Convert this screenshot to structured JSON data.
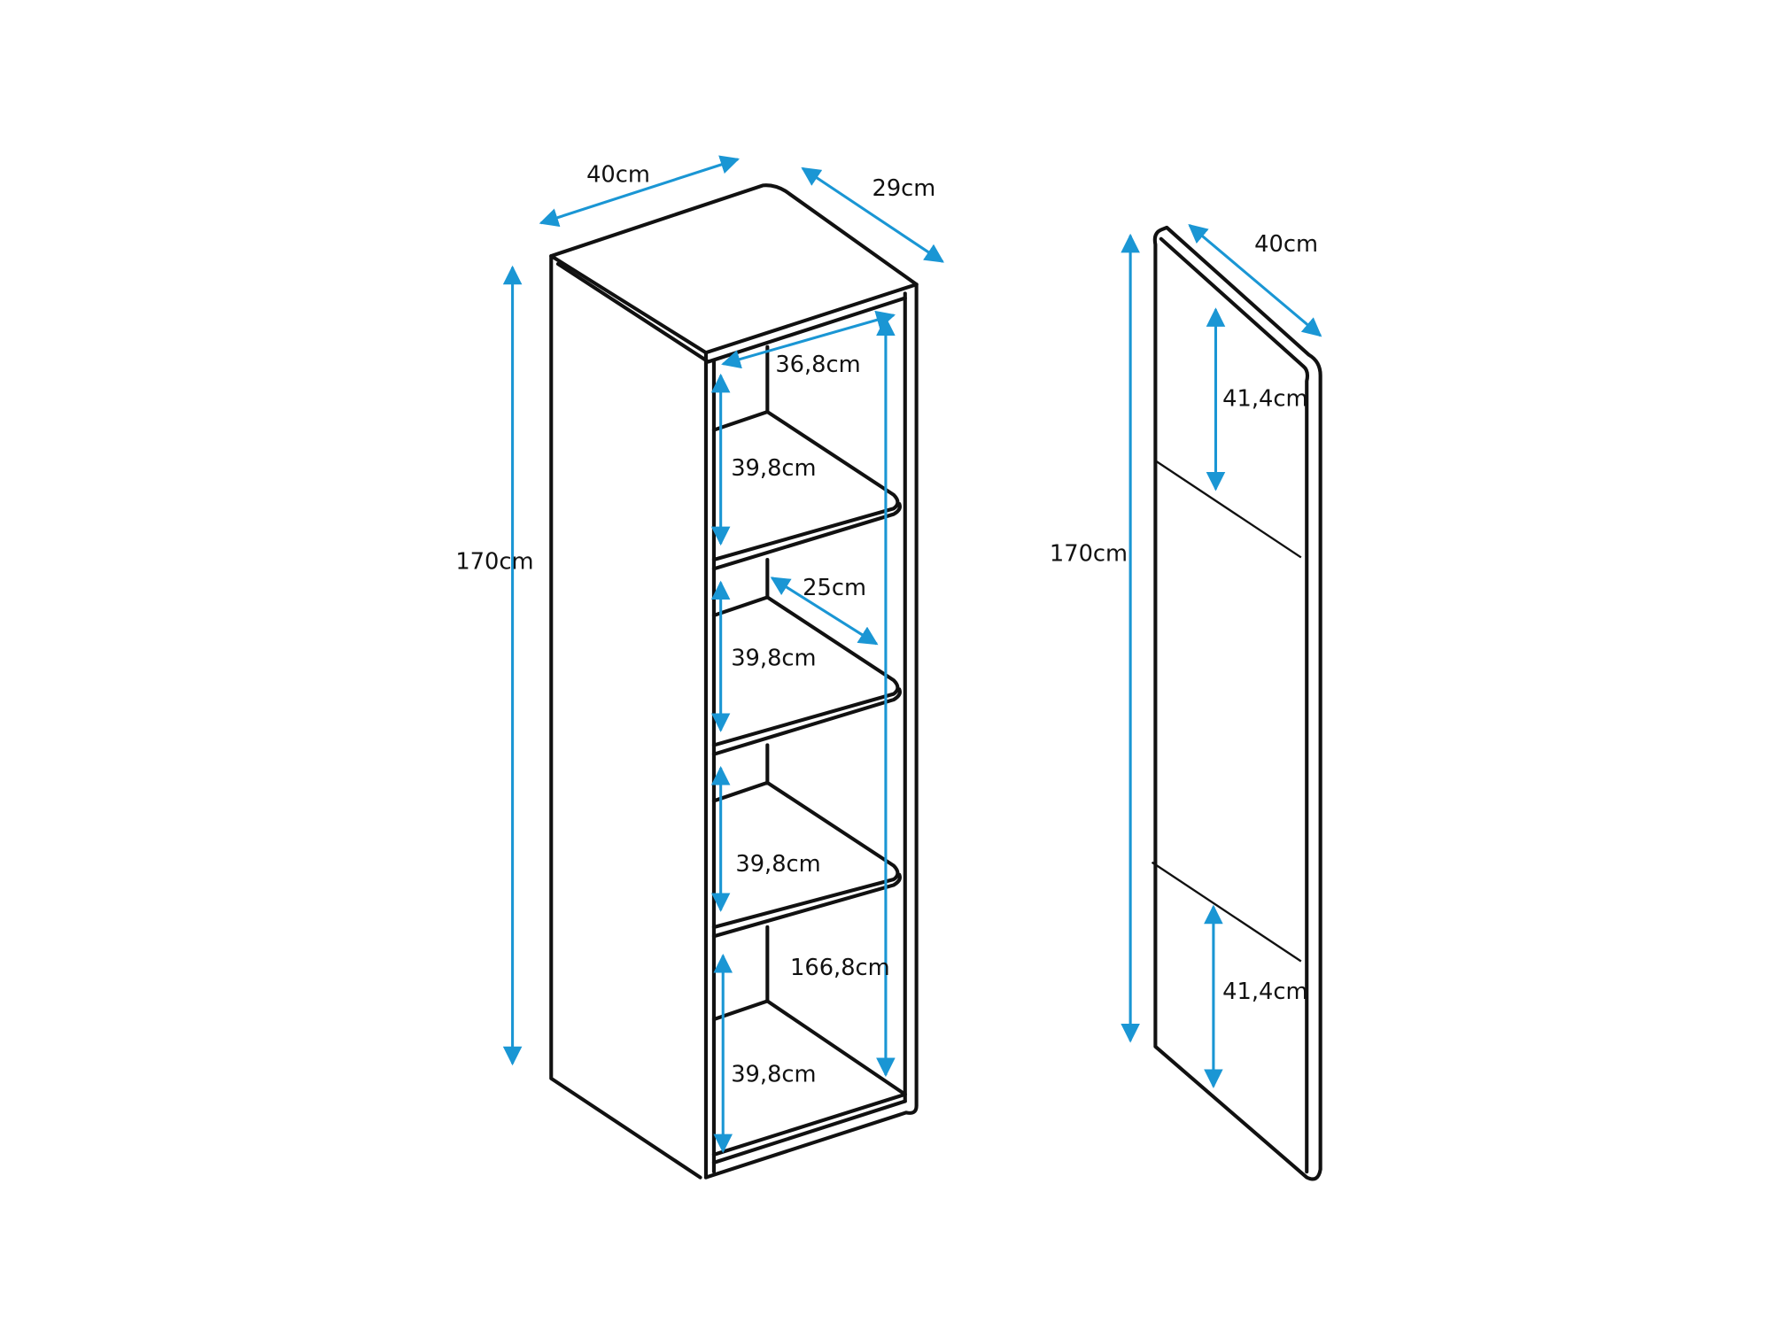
{
  "colors": {
    "dimension": "#1a96d4",
    "outline": "#111111"
  },
  "cabinet": {
    "width": "40cm",
    "depth": "29cm",
    "height": "170cm",
    "inner_width": "36,8cm",
    "inner_height": "166,8cm",
    "shelf_depth": "25cm",
    "compartments": [
      "39,8cm",
      "39,8cm",
      "39,8cm",
      "39,8cm"
    ]
  },
  "door": {
    "width": "40cm",
    "height": "170cm",
    "hinge_top": "41,4cm",
    "hinge_bottom": "41,4cm"
  }
}
